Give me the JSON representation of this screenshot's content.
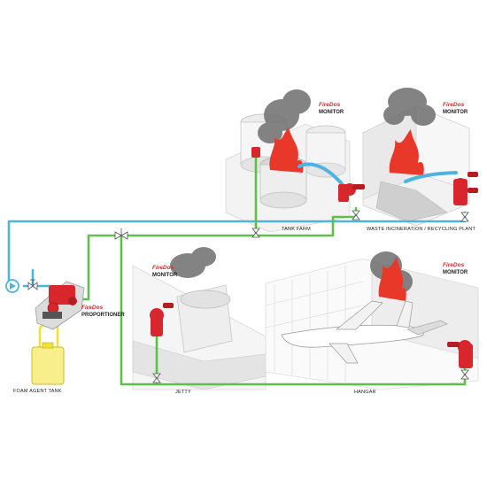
{
  "brand": "FireDos",
  "labels": {
    "monitor": "MONITOR",
    "proportioner": "PROPORTIONER",
    "tank_farm": "TANK FARM",
    "waste_plant": "WASTE INCINERATION / RECYCLING PLANT",
    "jetty": "JETTY",
    "hangar": "HANGAR",
    "foam_tank": "FOAM AGENT TANK"
  },
  "colors": {
    "water_line": "#4fb3e0",
    "foam_line": "#f0e230",
    "mixture_line": "#5dc04a",
    "equipment_red": "#d8262d",
    "smoke": "#6e6e6e",
    "fire": "#e8382a"
  },
  "icons": [
    "pump-icon",
    "valve-icon",
    "foam-tank-icon",
    "monitor-icon"
  ]
}
